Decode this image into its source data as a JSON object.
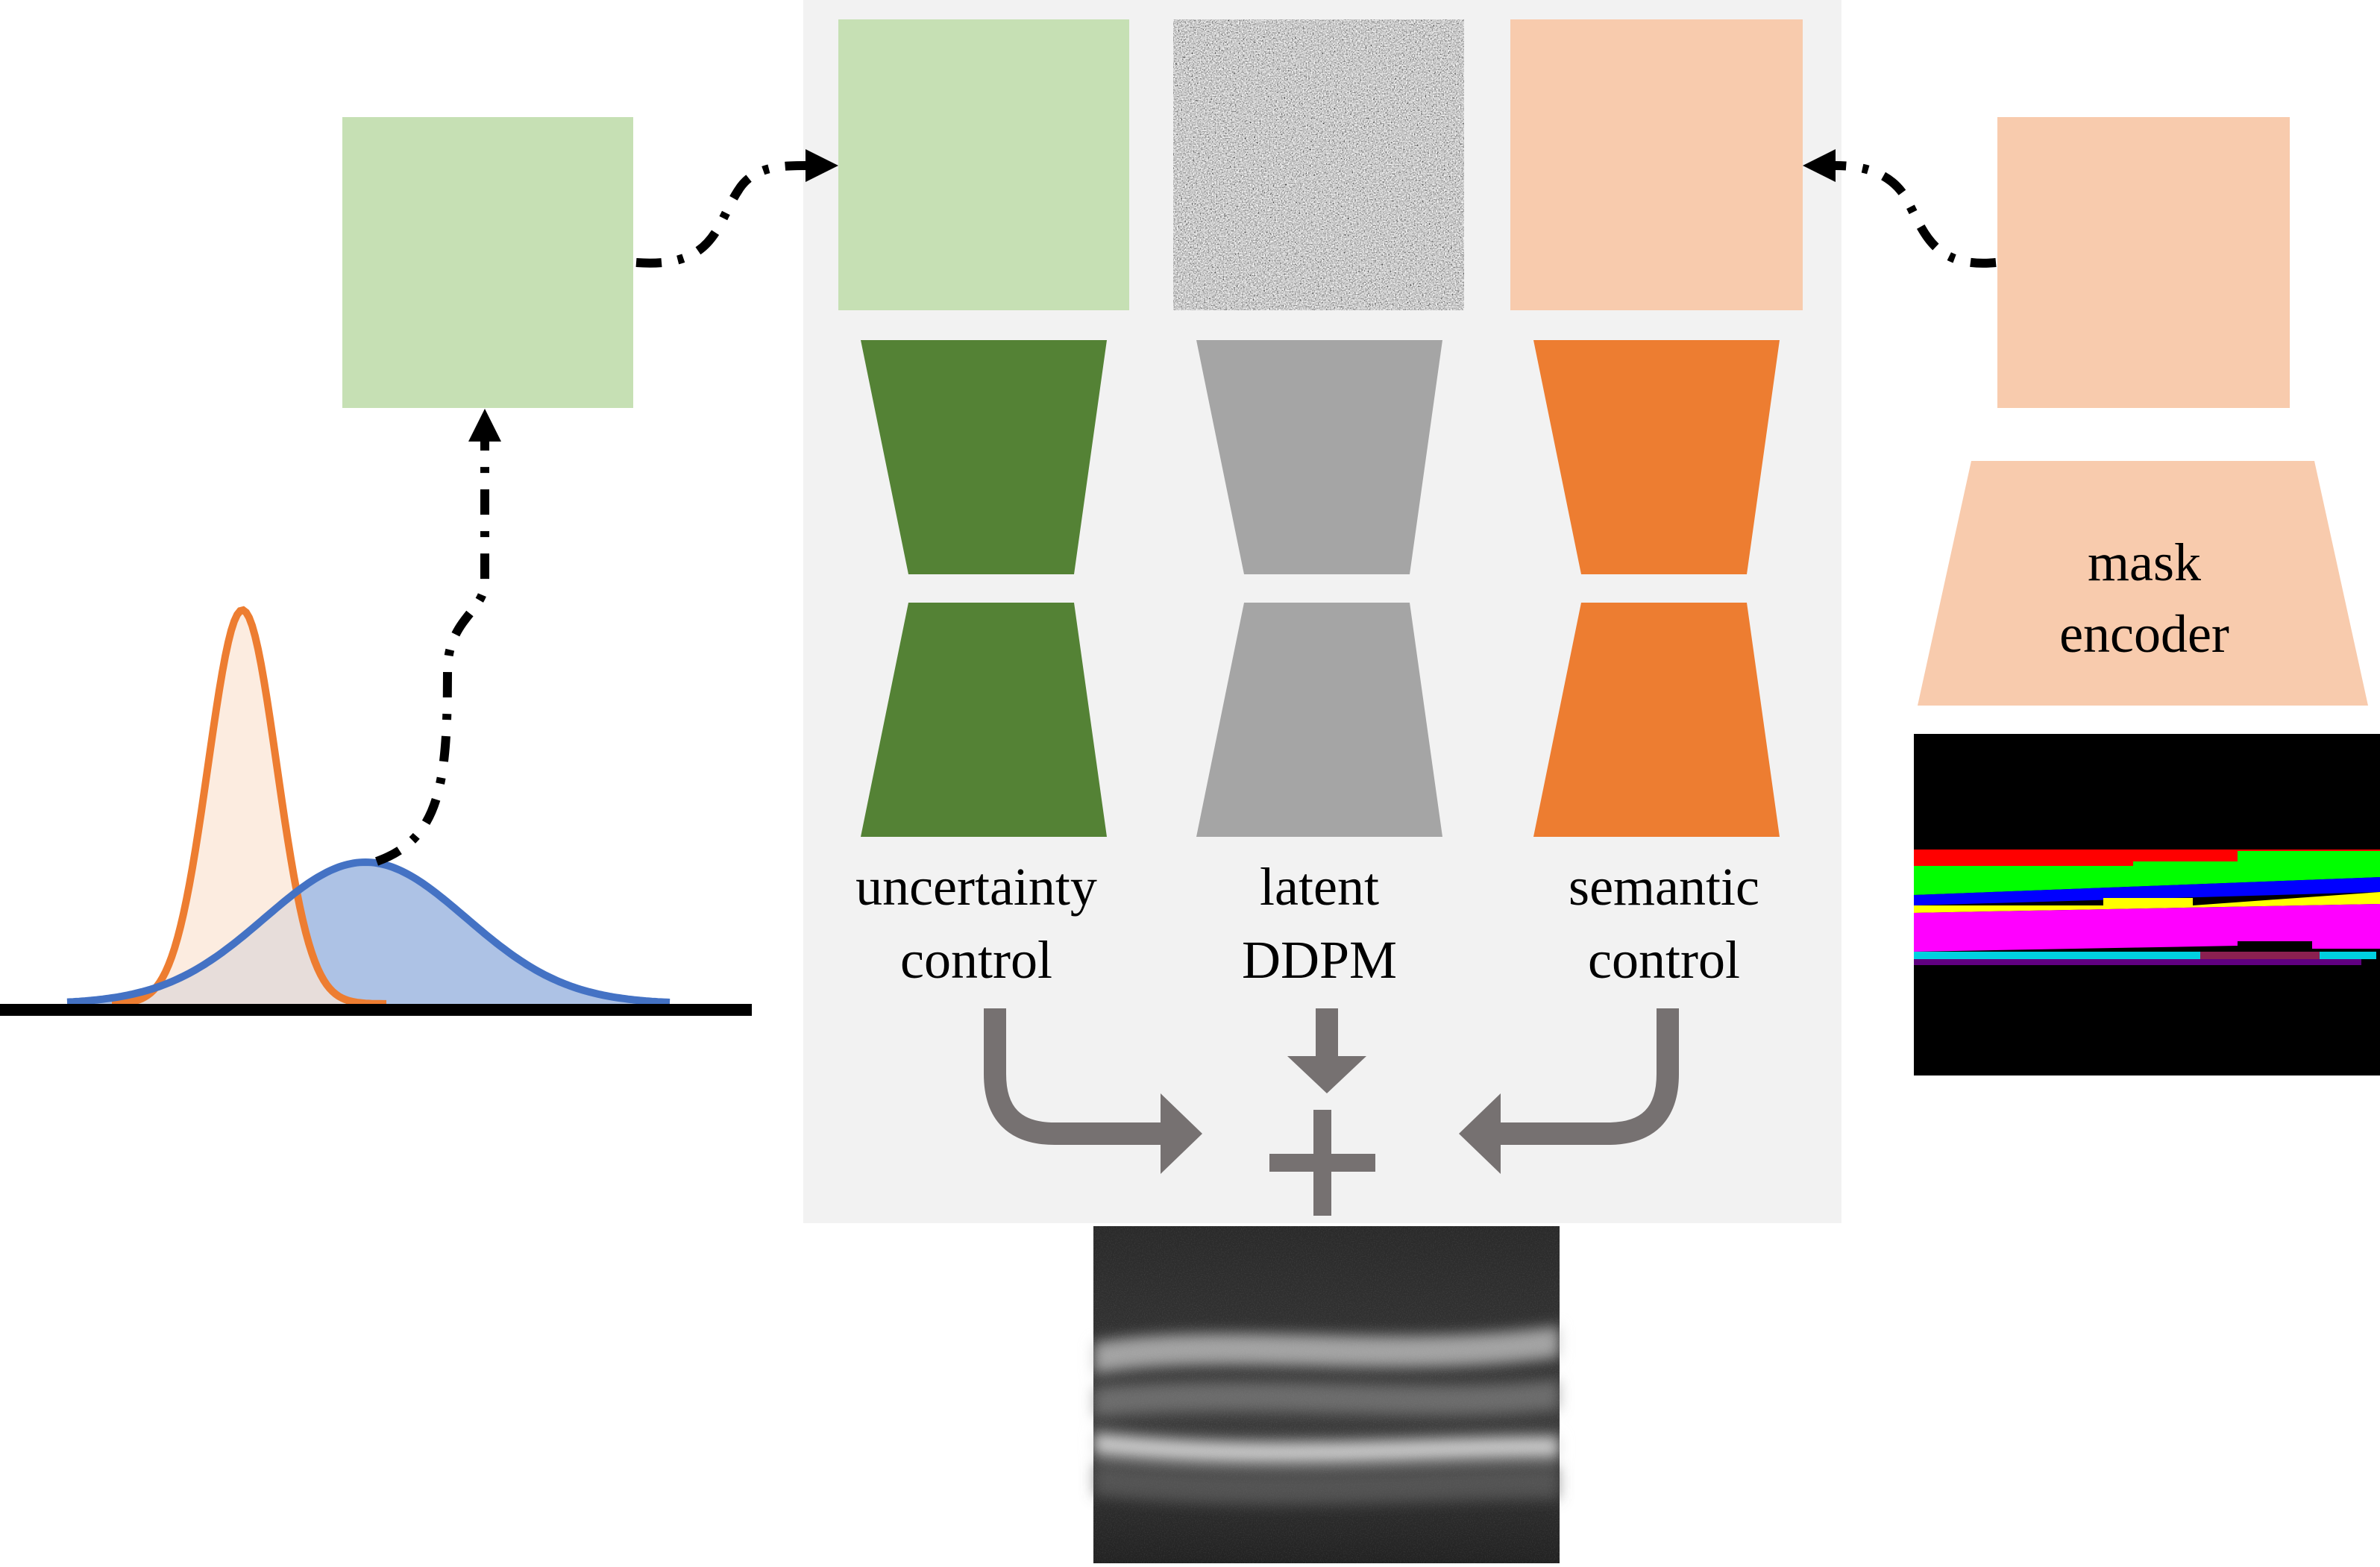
{
  "colors": {
    "panel_bg": "#f2f2f2",
    "uncertainty_light": "#c6e0b4",
    "uncertainty_dark": "#548235",
    "latent_gray": "#a5a5a5",
    "semantic_light": "#f8cbad",
    "semantic_dark": "#ed7d31",
    "arrow_gray": "#767171",
    "dist_narrow_line": "#ed7d31",
    "dist_narrow_fill": "#fbe5d6",
    "dist_wide_line": "#4472c4",
    "dist_wide_fill": "#9fb7e0"
  },
  "labels": {
    "uncertainty_line1": "uncertainty",
    "uncertainty_line2": "control",
    "latent_line1": "latent",
    "latent_line2": "DDPM",
    "semantic_line1": "semantic",
    "semantic_line2": "control",
    "mask_encoder_line1": "mask",
    "mask_encoder_line2": "encoder",
    "plus_sign": "+"
  },
  "icons": {
    "uncertainty_latent": "green-latent-square-icon",
    "noise_latent": "gaussian-noise-square-icon",
    "semantic_latent": "orange-latent-square-icon",
    "distribution_plot": "two-gaussian-curves-icon",
    "segmentation_mask": "layer-segmentation-mask-icon",
    "oct_output": "oct-bscan-image-icon"
  }
}
